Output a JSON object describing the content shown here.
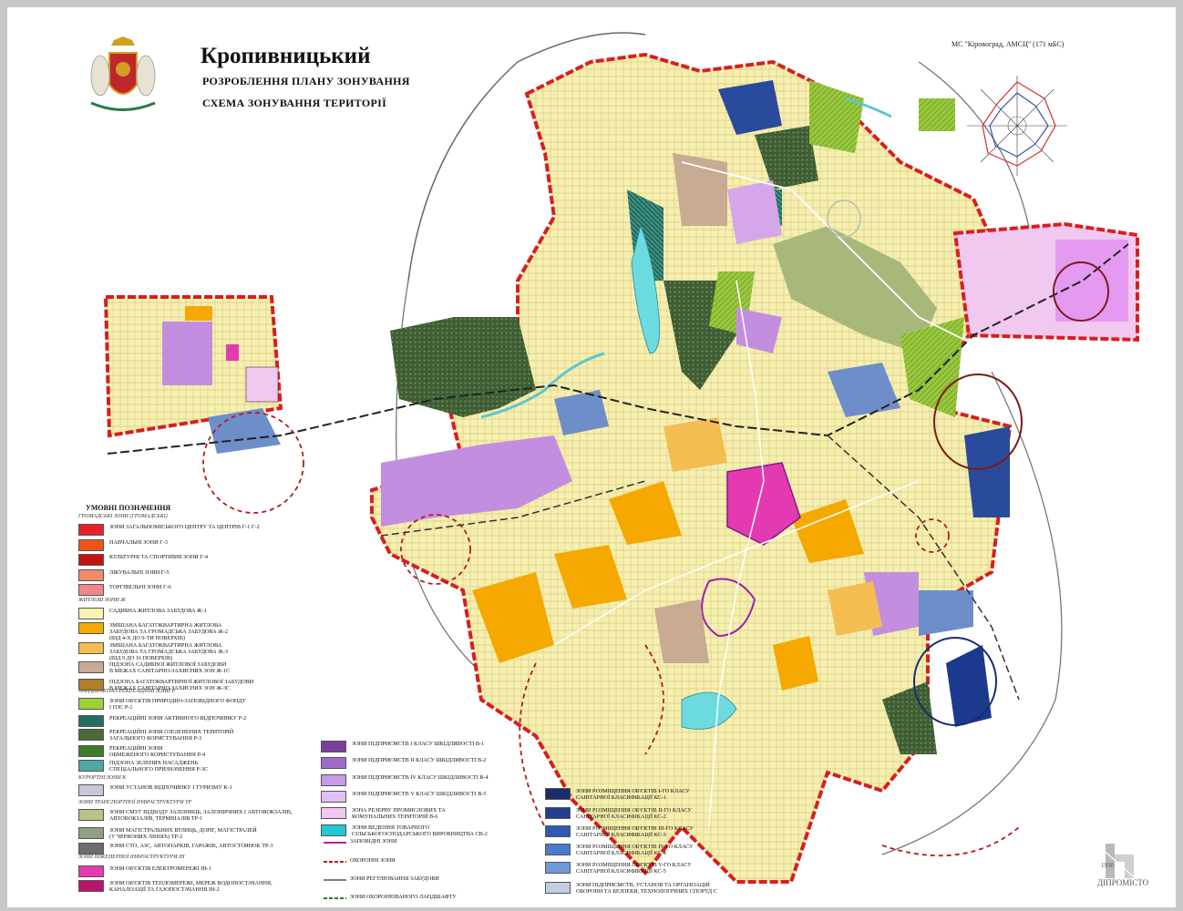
{
  "title": "Кропивницький",
  "subtitle1": "РОЗРОБЛЕННЯ ПЛАНУ ЗОНУВАННЯ",
  "subtitle2": "СХЕМА ЗОНУВАННЯ ТЕРИТОРІЇ",
  "station_label": "МС \"Кіровоград, АМСЦ\" (171 мБС)",
  "legend_title": "УМОВНІ ПОЗНАЧЕННЯ",
  "logo_year": "1930",
  "logo_text": "ДІПРОМІСТО",
  "colors": {
    "boundary": "#d81e1e",
    "residential": "#f6efb0",
    "multistorey": "#f5a900",
    "industrial": "#c48ee0",
    "forest": "#3f5e35",
    "park": "#99c83c",
    "water": "#6cdbe0",
    "transport": "#6e8ec9",
    "blue_zone": "#2a4b9b"
  },
  "legend_groups": [
    {
      "label": "ГРОМАДСЬКІ ЗОНИ (ГРОМАДСЬКІ)"
    },
    {
      "label": "ЖИТЛОВІ ЗОНИ  Ж"
    },
    {
      "label": "ЛАНДШАФТНО-РЕКРЕАЦІЙНІ ЗОНИ  Р"
    },
    {
      "label": "КУРОРТНІ ЗОНИ  К"
    },
    {
      "label": "ЗОНИ ТРАНСПОРТНОЇ ІНФРАСТРУКТУРИ  ТР"
    },
    {
      "label": "ЗОНИ ІНЖЕНЕРНОЇ ІНФРАСТРУКТУРИ  ІН"
    }
  ],
  "legend_items_left": [
    {
      "label": "ЗОНИ ЗАГАЛЬНОМІСЬКОГО ЦЕНТРУ ТА ЦЕНТРІВ   Г-1 Г-2",
      "color": "#e8202a"
    },
    {
      "label": "НАВЧАЛЬНІ ЗОНИ   Г-3",
      "color": "#f0541c"
    },
    {
      "label": "КУЛЬТУРНІ ТА СПОРТИВНІ ЗОНИ   Г-4",
      "color": "#c61212"
    },
    {
      "label": "ЛІКУВАЛЬНІ ЗОНИ   Г-5",
      "color": "#f08c6c"
    },
    {
      "label": "ТОРГІВЕЛЬНІ ЗОНИ   Г-6",
      "color": "#f2868a"
    },
    {
      "label": "САДИБНА ЖИТЛОВА ЗАБУДОВА   Ж-1",
      "color": "#fbf3b0"
    },
    {
      "label": "ЗМІШАНА БАГАТОКВАРТИРНА ЖИТЛОВА\nЗАБУДОВА ТА ГРОМАДСЬКА ЗАБУДОВА   Ж-2\n(ВІД 4-Х ДО 9-ТИ ПОВЕРХІВ)",
      "color": "#f5a900"
    },
    {
      "label": "ЗМІШАНА БАГАТОКВАРТИРНА ЖИТЛОВА\nЗАБУДОВА ТА ГРОМАДСЬКА ЗАБУДОВА   Ж-3\n(ВІД 9 ДО 16 ПОВЕРХІВ)",
      "color": "#f3bd52"
    },
    {
      "label": "ПІДЗОНА САДИБНОЇ ЖИТЛОВОЇ ЗАБУДОВИ\nВ МЕЖАХ САНІТАРНО-ЗАХИСНИХ ЗОН   Ж-1С",
      "color": "#c9aa92"
    },
    {
      "label": "ПІДЗОНА БАГАТОКВАРТИРНОЇ ЖИТЛОВОЇ ЗАБУДОВИ\nВ МЕЖАХ САНІТАРНО-ЗАХИСНИХ ЗОН   Ж-3С",
      "color": "#b07e28"
    },
    {
      "label": "ЗОНИ ОБ'ЄКТІВ ПРИРОДНО-ЗАПОВІДНОГО ФОНДУ\nІ ПЗС   Р-1",
      "color": "#9bd23a"
    },
    {
      "label": "РЕКРЕАЦІЙНІ ЗОНИ АКТИВНОГО ВІДПОЧИНКУ   Р-2",
      "color": "#236e62"
    },
    {
      "label": "РЕКРЕАЦІЙНІ ЗОНИ ОЗЕЛЕНЕНИХ ТЕРИТОРІЙ\nЗАГАЛЬНОГО КОРИСТУВАННЯ   Р-3",
      "color": "#4a6a3a"
    },
    {
      "label": "РЕКРЕАЦІЙНІ ЗОНИ\nОБМЕЖЕНОГО КОРИСТУВАННЯ   Р-4",
      "color": "#3d7d2a"
    },
    {
      "label": "ПІДЗОНА ЗЕЛЕНИХ НАСАДЖЕНЬ\nСПЕЦІАЛЬНОГО ПРИЗНАЧЕННЯ   Р-3С",
      "color": "#4ea9a2"
    },
    {
      "label": "ЗОНИ УСТАНОВ ВІДПОЧИНКУ І ТУРИЗМУ   К-1",
      "color": "#c9c6da"
    },
    {
      "label": "ЗОНИ СМУГ ВІДВОДУ ЗАЛІЗНИЦЬ, ЗАЛІЗНИЧНИХ І АВТОВОКЗАЛІВ,\nАВТОВОКЗАЛІВ, ТЕРМІНАЛІВ   ТР-1",
      "color": "#b6c48a"
    },
    {
      "label": "ЗОНИ МАГІСТРАЛЬНИХ ВУЛИЦЬ, ДОРІГ, МАГІСТРАЛЕЙ\n(У ЧЕРВОНИХ ЛІНІЯХ)   ТР-2",
      "color": "#8ea085"
    },
    {
      "label": "ЗОНИ СТО, АЗС, АВТОПАРКІВ, ГАРАЖІВ, АВТОСТОЯНОК   ТР-3",
      "color": "#6d6d6d"
    },
    {
      "label": "ЗОНИ ОБ'ЄКТІВ ЕЛЕКТРОМЕРЕЖІ   ІН-1",
      "color": "#e33ab2"
    },
    {
      "label": "ЗОНИ ОБ'ЄКТІВ ТЕПЛОМЕРЕЖІ, МЕРЕЖ ВОДОПОСТАЧАННЯ,\nКАНАЛІЗАЦІЇ ТА ГАЗОПОСТАЧАННЯ   ІН-2",
      "color": "#b7146c"
    }
  ],
  "legend_items_mid": [
    {
      "label": "ЗОНИ ПІДПРИЄМСТВ І КЛАСУ ШКІДЛИВОСТІ   В-1",
      "color": "#7c3fa0"
    },
    {
      "label": "ЗОНИ ПІДПРИЄМСТВ ІІ КЛАСУ ШКІДЛИВОСТІ   В-2",
      "color": "#a06ac8"
    },
    {
      "label": "ЗОНИ ПІДПРИЄМСТВ ІV КЛАСУ ШКІДЛИВОСТІ   В-4",
      "color": "#c79ae5"
    },
    {
      "label": "ЗОНИ ПІДПРИЄМСТВ V КЛАСУ ШКІДЛИВОСТІ   В-5",
      "color": "#e0c0f3"
    },
    {
      "label": "ЗОНА РЕЗЕРВУ ПРОМИСЛОВИХ ТА\nКОМУНАЛЬНИХ ТЕРИТОРІЙ   В-6",
      "color": "#f0c8f0"
    },
    {
      "label": "ЗОНИ ВЕДЕННЯ ТОВАРНОГО\nСІЛЬСЬКОГОСПОДАРСЬКОГО ВИРОБНИЦТВА   СВ-2",
      "color": "#20c9d4"
    },
    {
      "label": "ЗАПОВІДНІ ЗОНИ",
      "color": "#ffffff"
    },
    {
      "label": "ОХОРОННІ ЗОНИ",
      "color": "#ffffff"
    },
    {
      "label": "ЗОНИ РЕГУЛЮВАННЯ ЗАБУДОВИ",
      "color": "#ffffff"
    },
    {
      "label": "ЗОНИ ОХОРОНЮВАНОГО ЛАНДШАФТУ",
      "color": "#ffffff"
    }
  ],
  "legend_items_right": [
    {
      "label": "ЗОНИ РОЗМІЩЕННЯ ОБ'ЄКТІВ І-ГО КЛАСУ\nСАНІТАРНОЇ КЛАСИФІКАЦІЇ   КС-1",
      "color": "#1b2c6e"
    },
    {
      "label": "ЗОНИ РОЗМІЩЕННЯ ОБ'ЄКТІВ ІІ-ГО КЛАСУ\nСАНІТАРНОЇ КЛАСИФІКАЦІЇ   КС-2",
      "color": "#243f8e"
    },
    {
      "label": "ЗОНИ РОЗМІЩЕННЯ ОБ'ЄКТІВ ІІІ-ГО КЛАСУ\nСАНІТАРНОЇ КЛАСИФІКАЦІЇ   КС-3",
      "color": "#2f5aad"
    },
    {
      "label": "ЗОНИ РОЗМІЩЕННЯ ОБ'ЄКТІВ ІV-ГО КЛАСУ\nСАНІТАРНОЇ КЛАСИФІКАЦІЇ   КС-4",
      "color": "#4a7bc8"
    },
    {
      "label": "ЗОНИ РОЗМІЩЕННЯ ОБ'ЄКТІВ V-ГО КЛАСУ\nСАНІТАРНОЇ КЛАСИФІКАЦІЇ   КС-5",
      "color": "#6f9ad9"
    },
    {
      "label": "ЗОНИ ПІДПРИЄМСТВ, УСТАНОВ ТА ОРГАНІЗАЦІЙ\nОБОРОНИ ТА БЕЗПЕКИ, ТЕХНОЛОГІЧНИХ СПОРУД   С",
      "color": "#c2cde2"
    }
  ]
}
